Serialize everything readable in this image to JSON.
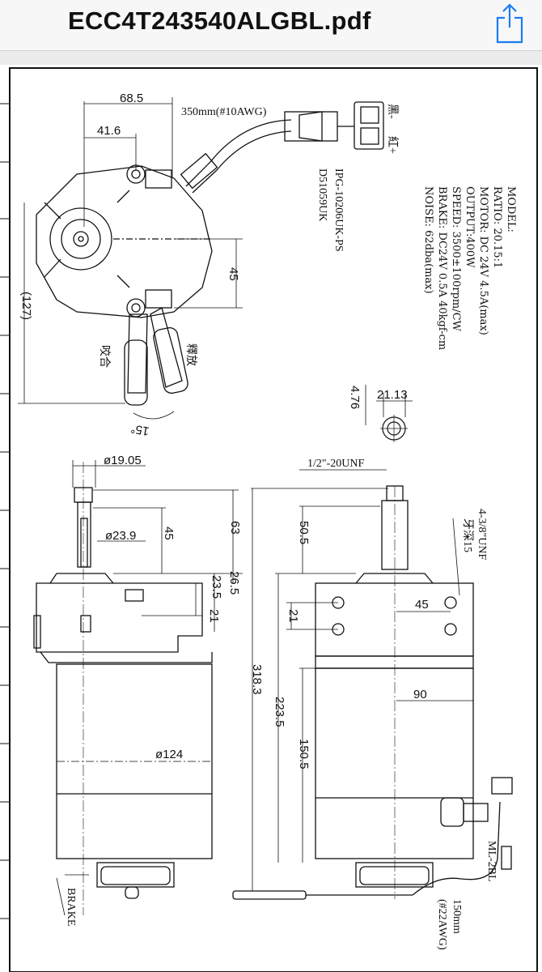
{
  "header": {
    "title": "ECC4T243540ALGBL.pdf",
    "share_icon": "share-icon"
  },
  "drawing": {
    "top_view": {
      "dim_68_5": "68.5",
      "dim_41_6": "41.6",
      "cable": "350mm(#10AWG)",
      "wire_black": "黑-",
      "wire_red": "紅+",
      "part_no_1": "IPG-10206UK-PS",
      "part_no_2": "D51059UK",
      "dim_45": "45",
      "dim_127": "(127)",
      "lever_engage": "咬合",
      "lever_release": "釋放",
      "angle": "15°"
    },
    "specs": [
      "MODEL:",
      "RATIO: 20.15:1",
      "MOTOR: DC 24V 4.5A(max)",
      "OUTPUT:400W",
      "SPEED: 3500±100rpm/CW",
      "BRAKE: DC24V 0.5A 40kgf-cm",
      "NOISE: 62dba(max)"
    ],
    "shaft_detail": {
      "dim_4_76": "4.76",
      "dim_21_13": "21.13"
    },
    "side_view": {
      "dia_19_05": "ø19.05",
      "dia_23_9": "ø23.9",
      "dim_63": "63",
      "dim_45": "45",
      "dim_26_5": "26.5",
      "dim_23_5": "23.5",
      "dim_21": "21",
      "dia_124": "ø124",
      "brake_label": "BRAKE"
    },
    "front_view": {
      "thread": "1/2\"-20UNF",
      "holes": "4-3/8\"UNF",
      "hole_depth": "牙深15",
      "dim_318_3": "318.3",
      "dim_223_5": "223.5",
      "dim_150_5": "150.5",
      "dim_50_5": "50.5",
      "dim_45": "45",
      "dim_21": "21",
      "dim_90": "90",
      "connector": "ML-2BL",
      "lead_len": "150mm",
      "lead_awg": "(#22AWG)"
    }
  }
}
